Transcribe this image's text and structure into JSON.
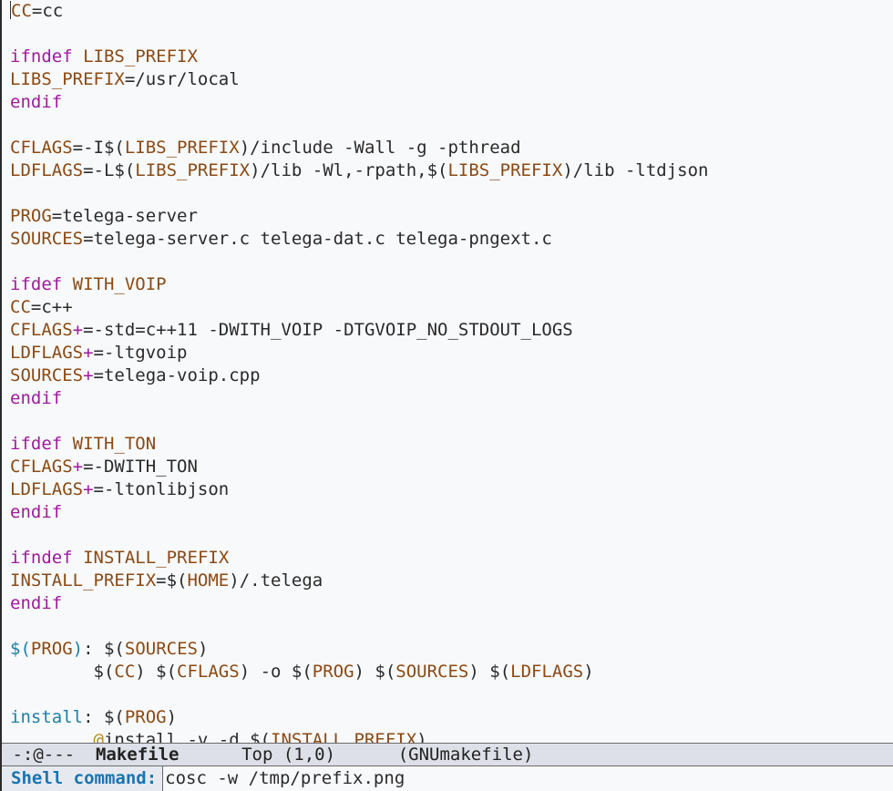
{
  "editor": {
    "lines": [
      [
        {
          "t": "CC",
          "c": "var",
          "cursor": true
        },
        {
          "t": "=cc",
          "c": ""
        }
      ],
      [],
      [
        {
          "t": "if",
          "c": "kw"
        },
        {
          "t": "n",
          "c": "kw"
        },
        {
          "t": "def ",
          "c": "kw"
        },
        {
          "t": "LIBS_PREFIX",
          "c": "var"
        }
      ],
      [
        {
          "t": "LIBS_PREFIX",
          "c": "var"
        },
        {
          "t": "=/usr/local",
          "c": ""
        }
      ],
      [
        {
          "t": "endif",
          "c": "kw"
        }
      ],
      [],
      [
        {
          "t": "CFLAGS",
          "c": "var"
        },
        {
          "t": "=-I$(",
          "c": ""
        },
        {
          "t": "LIBS_PREFIX",
          "c": "var"
        },
        {
          "t": ")/include -Wall -g -pthread",
          "c": ""
        }
      ],
      [
        {
          "t": "LDFLAGS",
          "c": "var"
        },
        {
          "t": "=-L$(",
          "c": ""
        },
        {
          "t": "LIBS_PREFIX",
          "c": "var"
        },
        {
          "t": ")/lib -Wl,-rpath,$(",
          "c": ""
        },
        {
          "t": "LIBS_PREFIX",
          "c": "var"
        },
        {
          "t": ")/lib -ltdjson",
          "c": ""
        }
      ],
      [],
      [
        {
          "t": "PROG",
          "c": "var"
        },
        {
          "t": "=telega-server",
          "c": ""
        }
      ],
      [
        {
          "t": "SOURCES",
          "c": "var"
        },
        {
          "t": "=telega-server.c telega-dat.c telega-pngext.c",
          "c": ""
        }
      ],
      [],
      [
        {
          "t": "ifdef ",
          "c": "kw"
        },
        {
          "t": "WITH_VOIP",
          "c": "var"
        }
      ],
      [
        {
          "t": "CC",
          "c": "var"
        },
        {
          "t": "=c++",
          "c": ""
        }
      ],
      [
        {
          "t": "CFLAGS",
          "c": "var"
        },
        {
          "t": "+",
          "c": "op"
        },
        {
          "t": "=-std=c++11 -DWITH_VOIP -DTGVOIP_NO_STDOUT_LOGS",
          "c": ""
        }
      ],
      [
        {
          "t": "LDFLAGS",
          "c": "var"
        },
        {
          "t": "+",
          "c": "op"
        },
        {
          "t": "=-ltgvoip",
          "c": ""
        }
      ],
      [
        {
          "t": "SOURCES",
          "c": "var"
        },
        {
          "t": "+",
          "c": "op"
        },
        {
          "t": "=telega-voip.cpp",
          "c": ""
        }
      ],
      [
        {
          "t": "endif",
          "c": "kw"
        }
      ],
      [],
      [
        {
          "t": "ifdef ",
          "c": "kw"
        },
        {
          "t": "WITH_TON",
          "c": "var"
        }
      ],
      [
        {
          "t": "CFLAGS",
          "c": "var"
        },
        {
          "t": "+",
          "c": "op"
        },
        {
          "t": "=-DWITH_TON",
          "c": ""
        }
      ],
      [
        {
          "t": "LDFLAGS",
          "c": "var"
        },
        {
          "t": "+",
          "c": "op"
        },
        {
          "t": "=-ltonlibjson",
          "c": ""
        }
      ],
      [
        {
          "t": "endif",
          "c": "kw"
        }
      ],
      [],
      [
        {
          "t": "if",
          "c": "kw"
        },
        {
          "t": "n",
          "c": "kw"
        },
        {
          "t": "def ",
          "c": "kw"
        },
        {
          "t": "INSTALL_PREFIX",
          "c": "var"
        }
      ],
      [
        {
          "t": "INSTALL_PREFIX",
          "c": "var"
        },
        {
          "t": "=$(",
          "c": ""
        },
        {
          "t": "HOME",
          "c": "var"
        },
        {
          "t": ")/.telega",
          "c": ""
        }
      ],
      [
        {
          "t": "endif",
          "c": "kw"
        }
      ],
      [],
      [
        {
          "t": "$(",
          "c": "tgt"
        },
        {
          "t": "PROG",
          "c": "var"
        },
        {
          "t": ")",
          "c": "tgt"
        },
        {
          "t": ": $(",
          "c": ""
        },
        {
          "t": "SOURCES",
          "c": "var"
        },
        {
          "t": ")",
          "c": ""
        }
      ],
      [
        {
          "t": "        $(",
          "c": ""
        },
        {
          "t": "CC",
          "c": "var"
        },
        {
          "t": ") $(",
          "c": ""
        },
        {
          "t": "CFLAGS",
          "c": "var"
        },
        {
          "t": ") -o $(",
          "c": ""
        },
        {
          "t": "PROG",
          "c": "var"
        },
        {
          "t": ") $(",
          "c": ""
        },
        {
          "t": "SOURCES",
          "c": "var"
        },
        {
          "t": ") $(",
          "c": ""
        },
        {
          "t": "LDFLAGS",
          "c": "var"
        },
        {
          "t": ")",
          "c": ""
        }
      ],
      [],
      [
        {
          "t": "install",
          "c": "tgt"
        },
        {
          "t": ": $(",
          "c": ""
        },
        {
          "t": "PROG",
          "c": "var"
        },
        {
          "t": ")",
          "c": ""
        }
      ],
      [
        {
          "t": "        ",
          "c": ""
        },
        {
          "t": "@",
          "c": "at"
        },
        {
          "t": "install -v -d $(",
          "c": ""
        },
        {
          "t": "INSTALL_PREFIX",
          "c": "var"
        },
        {
          "t": ")",
          "c": ""
        }
      ]
    ]
  },
  "modeline": {
    "status": " -:@---  ",
    "buffer_name": "Makefile",
    "position": "      Top (1,0)      ",
    "mode": "(GNUmakefile)"
  },
  "minibuffer": {
    "prompt": "Shell command:",
    "input": "cosc -w /tmp/prefix.png"
  },
  "colors": {
    "variable": "#8b4a14",
    "keyword": "#a1199d",
    "target": "#1c7ea8",
    "prompt": "#1a73b0",
    "background": "#f8f9fb"
  }
}
